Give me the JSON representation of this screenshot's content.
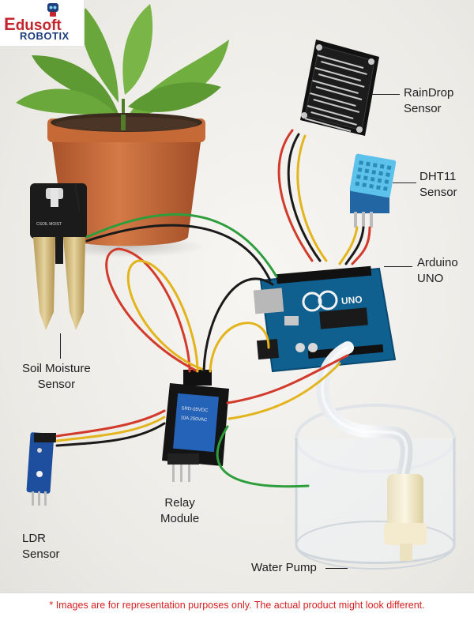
{
  "logo": {
    "brand_initial": "E",
    "brand_rest": "dusoft",
    "sub": "ROBOTIX"
  },
  "labels": {
    "raindrop": [
      "RainDrop",
      "Sensor"
    ],
    "dht11": [
      "DHT11",
      "Sensor"
    ],
    "arduino": [
      "Arduino",
      "UNO"
    ],
    "soil": [
      "Soil Moisture",
      "Sensor"
    ],
    "relay": [
      "Relay",
      "Module"
    ],
    "ldr": [
      "LDR",
      "Sensor"
    ],
    "pump": [
      "Water Pump"
    ]
  },
  "arduino_board_text": "UNO",
  "disclaimer": "* Images are for representation purposes only. The actual product might look different.",
  "colors": {
    "brand_red": "#c4262e",
    "brand_blue": "#1d3d7a",
    "disclaimer_red": "#d41f1f",
    "arduino_blue": "#0f5f8f",
    "relay_blue": "#2563b8",
    "dht_blue": "#5cc2ec",
    "pot_terracotta": "#c96a3c"
  }
}
